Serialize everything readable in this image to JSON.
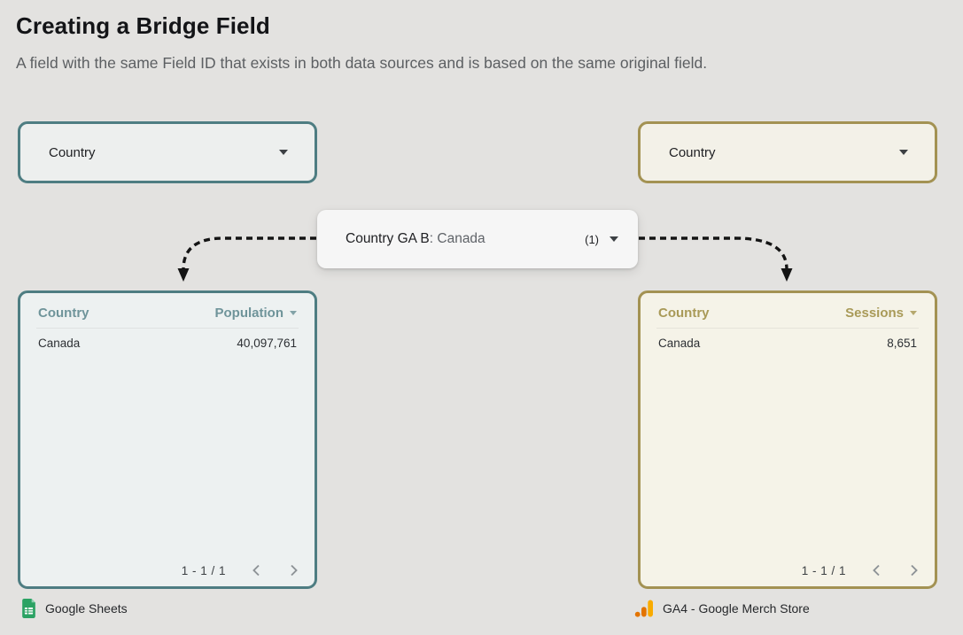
{
  "header": {
    "title": "Creating a Bridge Field",
    "subtitle": "A field with the same Field ID that exists in both data sources and is based on the same original field."
  },
  "bridge_control": {
    "label": "Country GA B",
    "value": ": Canada",
    "count": "(1)"
  },
  "left_panel": {
    "dropdown_label": "Country",
    "table": {
      "dimension_header": "Country",
      "metric_header": "Population",
      "rows": [
        {
          "dimension": "Canada",
          "metric": "40,097,761"
        }
      ],
      "pagination": "1 - 1 / 1"
    },
    "source_name": "Google Sheets"
  },
  "right_panel": {
    "dropdown_label": "Country",
    "table": {
      "dimension_header": "Country",
      "metric_header": "Sessions",
      "rows": [
        {
          "dimension": "Canada",
          "metric": "8,651"
        }
      ],
      "pagination": "1 - 1 / 1"
    },
    "source_name": "GA4 - Google Merch Store"
  },
  "colors": {
    "page-bg": "#e3e2e0",
    "teal": "#4e7d82",
    "teal-text": "#6f949a",
    "teal-bg": "#edf1f1",
    "gold": "#a39253",
    "gold-text": "#a99a58",
    "gold-bg": "#f5f3e8",
    "sheets-green": "#2ba263",
    "ga-yellow": "#f9ab00",
    "ga-orange": "#e37400"
  }
}
